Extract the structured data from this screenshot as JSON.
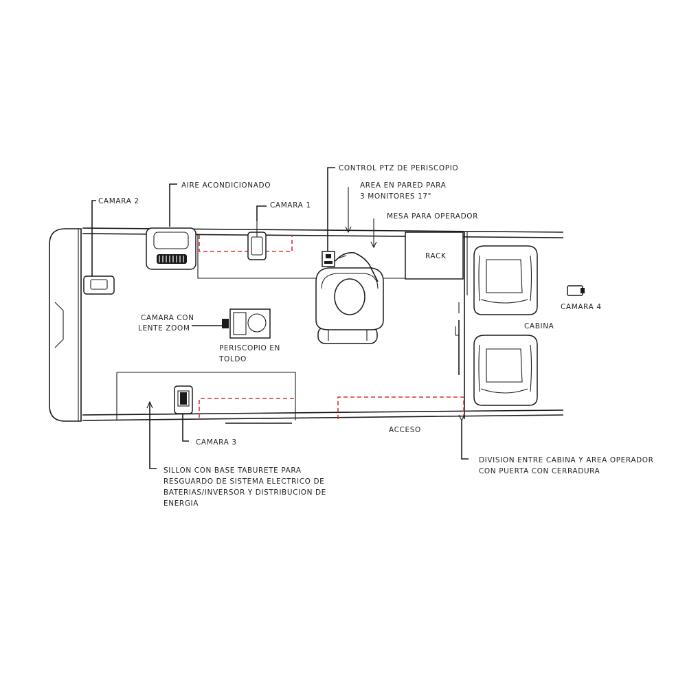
{
  "labels": {
    "camara_2": "CAMARA 2",
    "aire": "AIRE ACONDICIONADO",
    "camara_1": "CAMARA 1",
    "control_ptz": "CONTROL PTZ DE PERISCOPIO",
    "area_pared_1": "AREA EN PARED PARA",
    "area_pared_2": "3 MONITORES 17\"",
    "mesa": "MESA PARA OPERADOR",
    "rack": "RACK",
    "camara_4": "CAMARA 4",
    "cabina": "CABINA",
    "camara_zoom_1": "CAMARA CON",
    "camara_zoom_2": "LENTE ZOOM",
    "periscopio_1": "PERISCOPIO EN",
    "periscopio_2": "TOLDO",
    "acceso": "ACCESO",
    "camara_3": "CAMARA 3",
    "division_1": "DIVISION ENTRE CABINA Y AREA OPERADOR",
    "division_2": "CON PUERTA CON CERRADURA",
    "sillon_1": "SILLON CON BASE TABURETE PARA",
    "sillon_2": "RESGUARDO DE SISTEMA ELECTRICO DE",
    "sillon_3": "BATERIAS/INVERSOR Y DISTRIBUCION DE",
    "sillon_4": "ENERGIA"
  },
  "colors": {
    "line": "#1a1a1a",
    "dashed": "#e0302a",
    "background": "#ffffff"
  }
}
